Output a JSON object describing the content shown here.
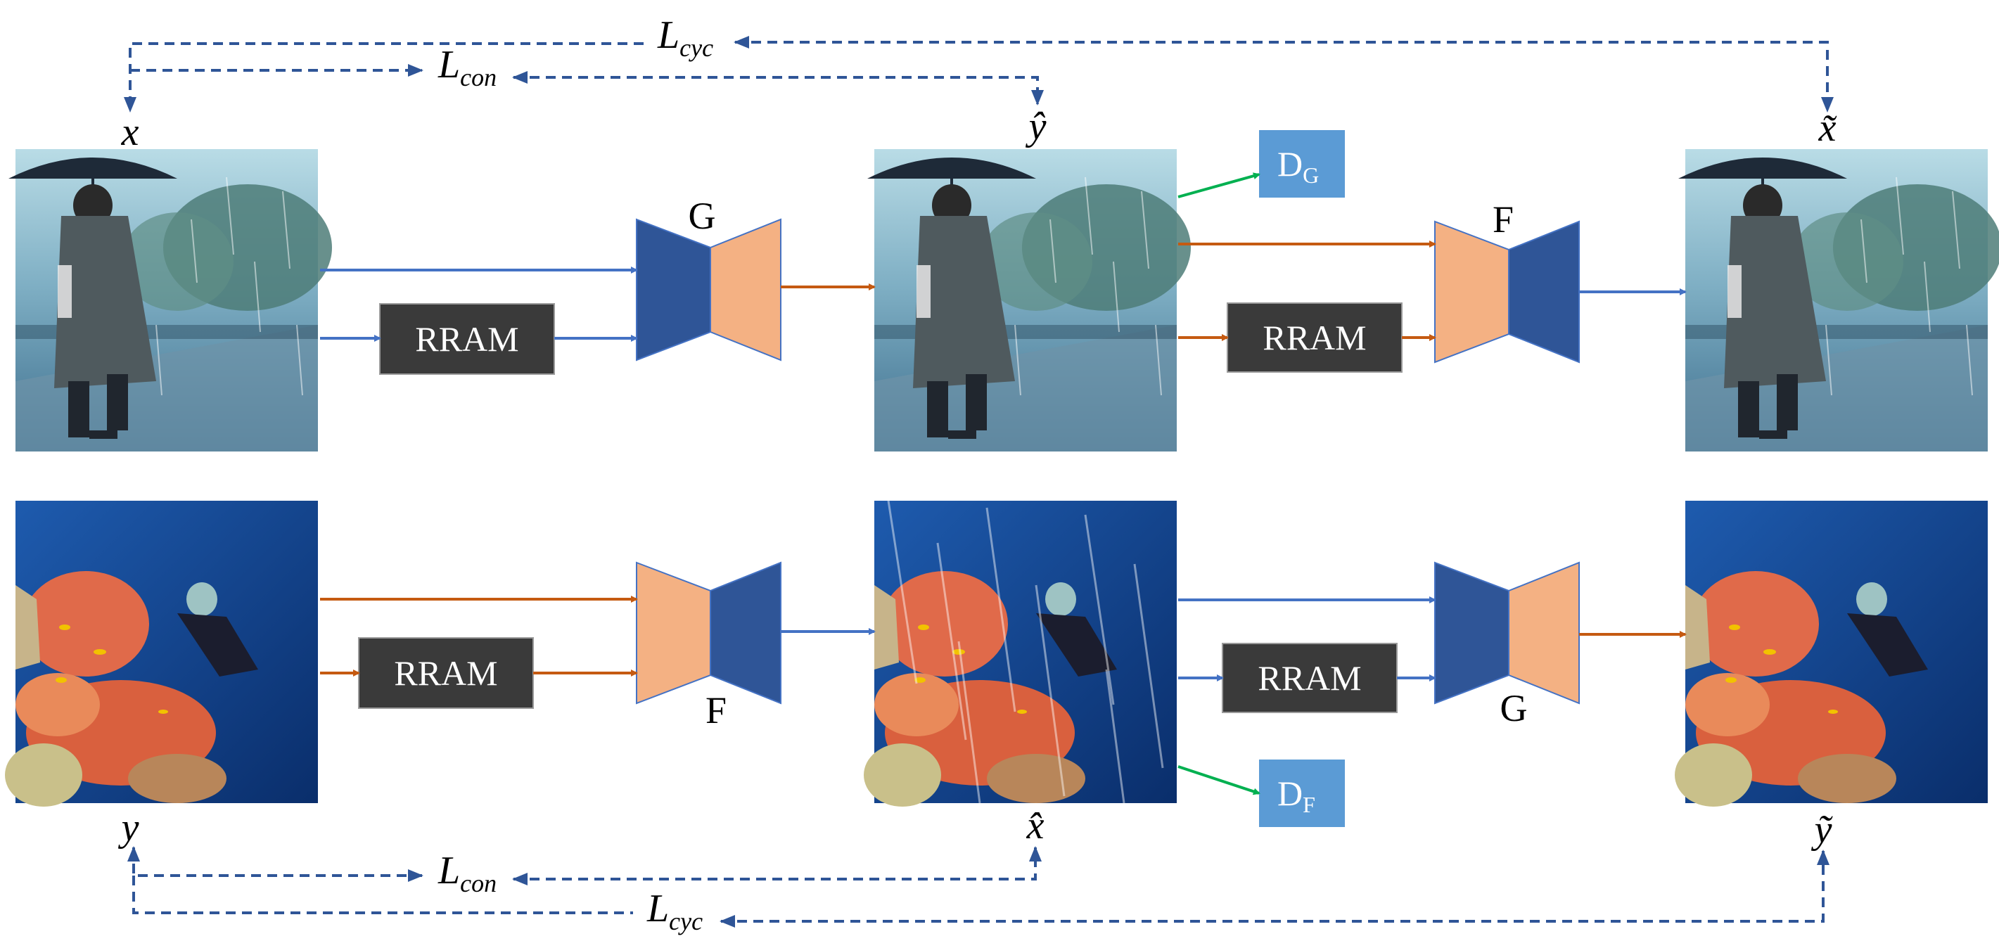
{
  "colors": {
    "blue": "#4472C4",
    "orange": "#C55A11",
    "green": "#00B050",
    "dashed": "#2F5597",
    "rram_box": "#3A3A3A",
    "disc_box": "#5B9BD5",
    "gen_dark": "#2F5597",
    "gen_light": "#F4B183",
    "rain_photo_top": "#9FC4D3",
    "rain_photo_bottom": "#3E6F8E",
    "sea_photo_top": "#1E4F9A",
    "sea_photo_bottom": "#0A2E6B",
    "coral": "#E06A4A"
  },
  "labels": {
    "x": "x",
    "y_hat": "ŷ",
    "x_tilde": "x̃",
    "y": "y",
    "x_hat": "x̂",
    "y_tilde": "ỹ",
    "L_cyc_top": {
      "base": "L",
      "sub": "cyc"
    },
    "L_con_top": {
      "base": "L",
      "sub": "con"
    },
    "L_con_bottom": {
      "base": "L",
      "sub": "con"
    },
    "L_cyc_bottom": {
      "base": "L",
      "sub": "cyc"
    },
    "G_top": "G",
    "F_top": "F",
    "F_bottom": "F",
    "G_bottom": "G",
    "rram": "RRAM",
    "D_G": {
      "base": "D",
      "sub": "G"
    },
    "D_F": {
      "base": "D",
      "sub": "F"
    }
  }
}
